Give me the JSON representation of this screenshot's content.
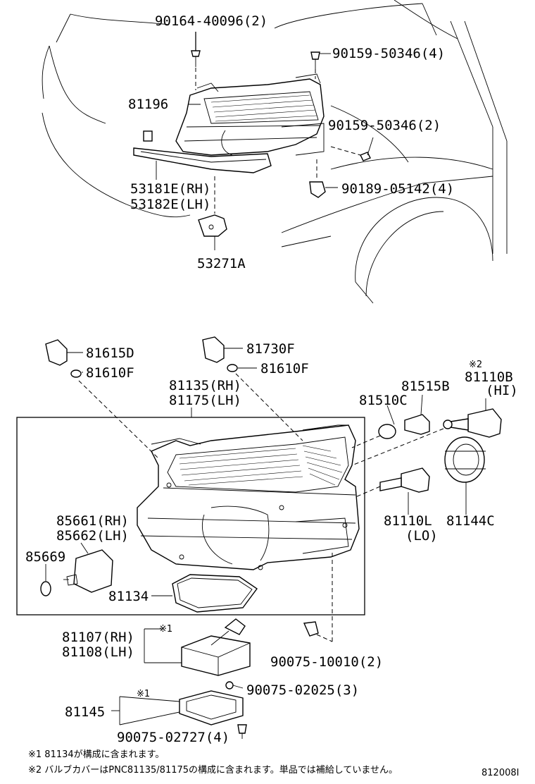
{
  "upper": {
    "screw_top": "90164-40096(2)",
    "screw_right_top": "90159-50346(4)",
    "bracket": "81196",
    "screw_right_mid": "90159-50346(2)",
    "clip": "90189-05142(4)",
    "molding_rh": "53181E(RH)",
    "molding_lh": "53182E(LH)",
    "hook": "53271A"
  },
  "lower": {
    "socket_left": "81615D",
    "bulb_left": "81610F",
    "socket_mid": "81730F",
    "bulb_mid": "81610F",
    "headlamp_rh": "81135(RH)",
    "headlamp_lh": "81175(LH)",
    "bulb_510": "81510C",
    "bulb_515": "81515B",
    "hi_note": "※2",
    "hi_bulb": "81110B",
    "hi_tag": "(HI)",
    "lo_bulb": "81110L",
    "lo_tag": "(LO)",
    "cover": "81144C",
    "hid_rh": "85661(RH)",
    "hid_lh": "85662(LH)",
    "oring": "85669",
    "gasket": "81134",
    "computer_rh": "81107(RH)",
    "computer_lh": "81108(LH)",
    "computer_note": "※1",
    "screw_10010": "90075-10010(2)",
    "screw_02025": "90075-02025(3)",
    "bracket_part": "81145",
    "bracket_note": "※1",
    "screw_02727": "90075-02727(4)"
  },
  "footer": {
    "note1": "※1 81134が構成に含まれます。",
    "note2": "※2 バルブカバーはPNC81135/81175の構成に含まれます。単品では補給していません。",
    "ref": "812008I"
  }
}
